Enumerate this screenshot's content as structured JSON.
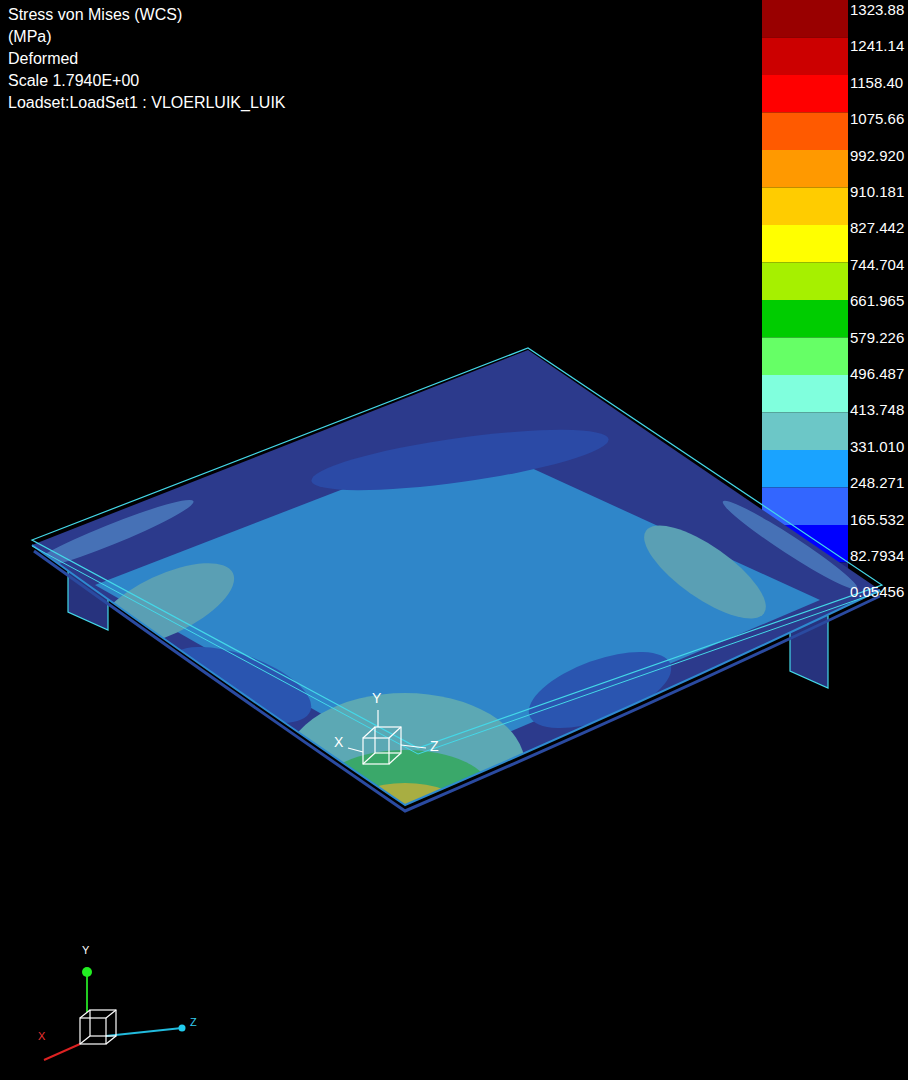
{
  "diagram": {
    "title": "Stress von Mises (WCS)",
    "labels": [
      "(MPa)",
      "Deformed",
      "Scale 1.7940E+00",
      "Loadset:LoadSet1 : VLOERLUIK_LUIK",
      "1323.88",
      "1241.14",
      "1158.40",
      "1075.66",
      "992.920",
      "910.181",
      "827.442",
      "744.704",
      "661.965",
      "579.226",
      "496.487",
      "413.748",
      "331.010",
      "248.271",
      "165.532",
      "82.7934",
      "0.05456",
      "Y",
      "X",
      "Z",
      "Y",
      "X",
      "Z"
    ]
  }
}
